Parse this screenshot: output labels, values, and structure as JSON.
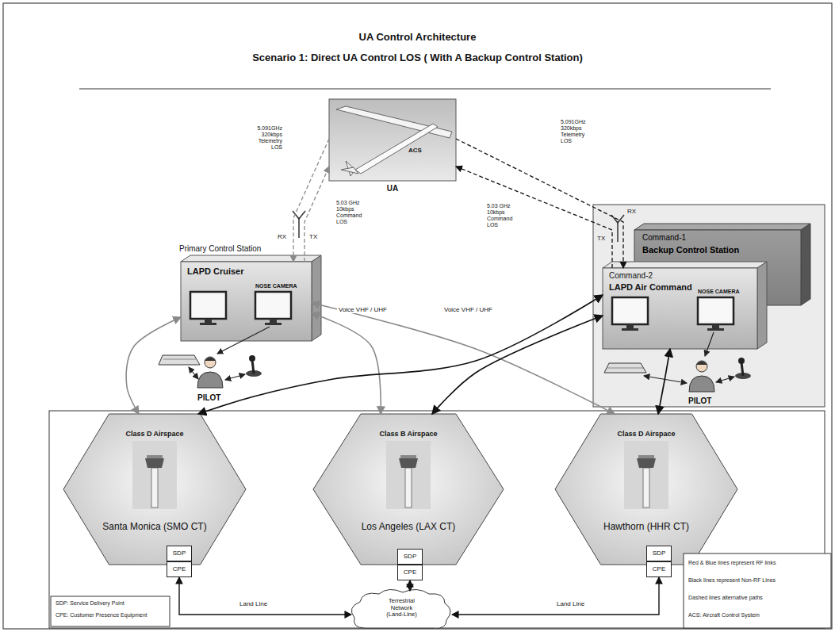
{
  "diagram": {
    "title": "UA Control Architecture",
    "nodes": [
      {
        "text": [
          "ACS",
          "UA"
        ]
      },
      {
        "text": [
          "Primary Control Station",
          "LAPD Cruiser"
        ]
      },
      {
        "text": [
          "Command-1",
          "Backup Control Station"
        ]
      },
      {
        "text": [
          "Command-2",
          "LAPD Air Command"
        ]
      },
      {
        "text": [
          "Class D Airspace",
          "Santa Monica (SMO CT)"
        ]
      },
      {
        "text": [
          "Class B Airspace",
          "Los Angeles (LAX CT)"
        ]
      },
      {
        "text": [
          "Class D Airspace",
          "Hawthorn (HHR CT)"
        ]
      },
      {
        "text": [
          "SDP"
        ]
      },
      {
        "text": [
          "CPE"
        ]
      },
      {
        "text": [
          "SDP"
        ]
      },
      {
        "text": [
          "CPE"
        ]
      },
      {
        "text": [
          "SDP"
        ]
      },
      {
        "text": [
          "CPE"
        ]
      },
      {
        "text": [
          "Terrestrial Network (Land-Line)"
        ]
      }
    ],
    "edges": [
      {
        "from": 0,
        "to": 1,
        "arrow": "to",
        "label": "5.091GHz 320kbps Telemetry LOS"
      },
      {
        "from": 1,
        "to": 0,
        "arrow": "to",
        "label": "5.03 GHz 10kbps Command LOS"
      },
      {
        "from": 0,
        "to": 3,
        "arrow": "to",
        "label": "5.091GHz 320kbps Telemetry LOS"
      },
      {
        "from": 3,
        "to": 0,
        "arrow": "to",
        "label": "5.03 GHz 10kbps Command LOS"
      },
      {
        "from": 1,
        "to": 4,
        "arrow": "both"
      },
      {
        "from": 1,
        "to": 5,
        "arrow": "both"
      },
      {
        "from": 1,
        "to": 6,
        "arrow": "both"
      },
      {
        "from": 3,
        "to": 4,
        "arrow": "both"
      },
      {
        "from": 3,
        "to": 5,
        "arrow": "both"
      },
      {
        "from": 3,
        "to": 6,
        "arrow": "both"
      },
      {
        "from": 8,
        "to": 13,
        "arrow": "both",
        "label": "Land Line"
      },
      {
        "from": 10,
        "to": 13,
        "arrow": "both"
      },
      {
        "from": 12,
        "to": 13,
        "arrow": "both",
        "label": "Land Line"
      }
    ],
    "labels": [
      "Scenario 1: Direct UA Control LOS ( With A Backup Control Station)",
      "RX",
      "TX",
      "RX",
      "TX",
      "NOSE CAMERA",
      "NOSE CAMERA",
      "PILOT",
      "PILOT",
      "Voice VHF / UHF",
      "Voice VHF / UHF"
    ],
    "legend": [
      {
        "text": "SDP: Service Delivery Point"
      },
      {
        "text": "CPE: Customer Presence Equipment"
      },
      {
        "text": "Red & Blue lines represent RF links"
      },
      {
        "text": "Black lines represent Non-RF Lines"
      },
      {
        "text": "Dashed lines alternative paths"
      },
      {
        "text": "ACS: Aircraft Control System"
      }
    ]
  }
}
